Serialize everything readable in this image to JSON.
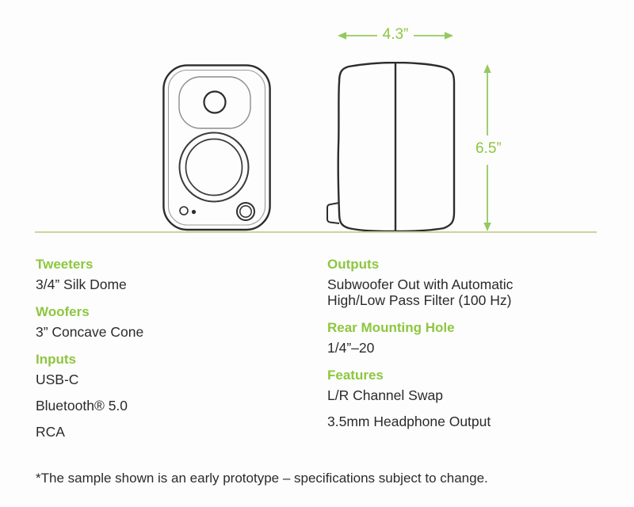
{
  "colors": {
    "accent_green": "#8dc63f",
    "dimension_green": "#94c95e",
    "ground_line_green": "#cdd39e",
    "text_dark": "#2b2a2d",
    "outline_dark": "#2e2d2b"
  },
  "dimensions": {
    "width": "4.3”",
    "height": "6.5”"
  },
  "specs": {
    "left": [
      {
        "heading": "Tweeters",
        "items": [
          "3/4” Silk Dome"
        ]
      },
      {
        "heading": "Woofers",
        "items": [
          "3” Concave Cone"
        ]
      },
      {
        "heading": "Inputs",
        "items": [
          "USB-C",
          "Bluetooth® 5.0",
          "RCA"
        ]
      }
    ],
    "right": [
      {
        "heading": "Outputs",
        "items": [
          "Subwoofer Out with Automatic High/Low Pass Filter (100 Hz)"
        ]
      },
      {
        "heading": "Rear Mounting Hole",
        "items": [
          "1/4”–20"
        ]
      },
      {
        "heading": "Features",
        "items": [
          "L/R Channel Swap",
          "3.5mm Headphone Output"
        ]
      }
    ]
  },
  "footnote": "*The sample shown is an early prototype – specifications subject to change."
}
